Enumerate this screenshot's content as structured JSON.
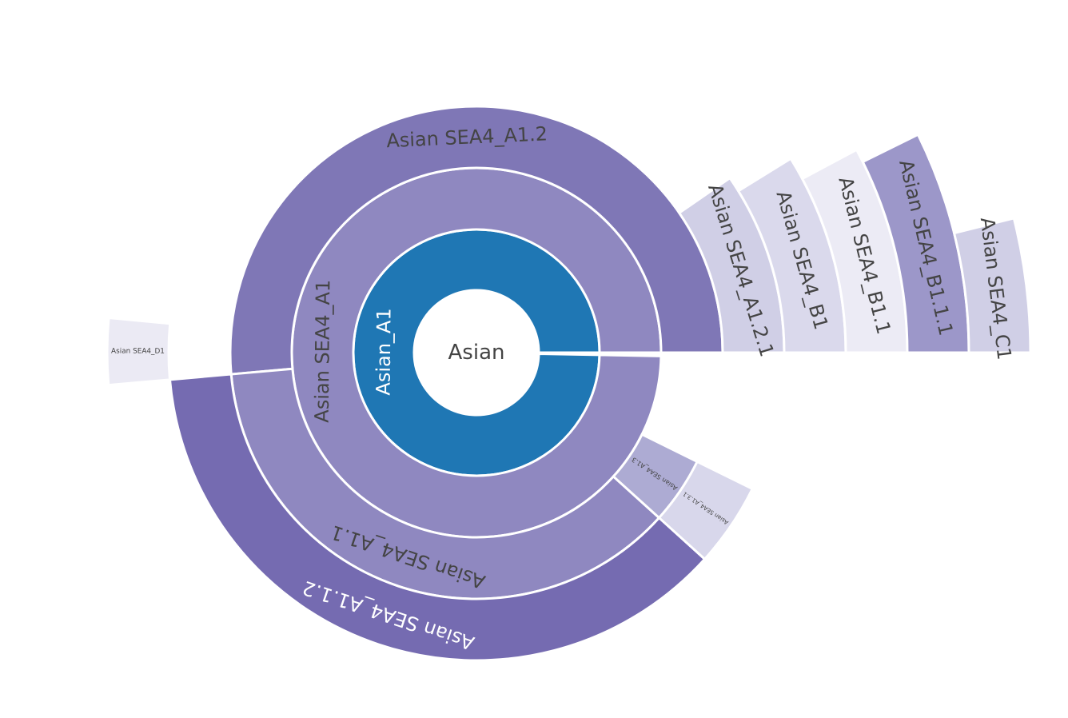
{
  "chart_data": {
    "type": "sunburst",
    "title": "",
    "root": {
      "label": "Asian",
      "color": "#ffffff",
      "text_color": "#444444",
      "children": [
        {
          "label": "Asian_A1",
          "color": "#1f77b4",
          "text_color": "#ffffff",
          "start": 0.0,
          "end": 0.997,
          "children": [
            {
              "label": "Asian SEA4_A1",
              "color": "#8f88c0",
              "text_color": "#444444",
              "start": 0.0,
              "end": 0.997,
              "children": [
                {
                  "label": "Asian SEA4_A1.2",
                  "color": "#7f77b6",
                  "text_color": "#444444",
                  "start": 0.0,
                  "end": 0.514,
                  "children": [
                    {
                      "label": "Asian SEA4_A1.2.1",
                      "color": "#d0cfe6",
                      "text_color": "#444444",
                      "start": 0.0,
                      "end": 0.096,
                      "children": [
                        {
                          "label": "Asian SEA4_B1",
                          "color": "#dad9ec",
                          "text_color": "#444444",
                          "start": 0.0,
                          "end": 0.088,
                          "children": [
                            {
                              "label": "Asian SEA4_B1.1",
                              "color": "#ecebf5",
                              "text_color": "#444444",
                              "start": 0.0,
                              "end": 0.078,
                              "children": [
                                {
                                  "label": "Asian SEA4_B1.1.1",
                                  "color": "#9c97c9",
                                  "text_color": "#444444",
                                  "start": 0.0,
                                  "end": 0.073,
                                  "children": [
                                    {
                                      "label": "Asian SEA4_C1",
                                      "color": "#d0cfe6",
                                      "text_color": "#444444",
                                      "start": 0.0,
                                      "end": 0.039,
                                      "children": []
                                    }
                                  ]
                                }
                              ]
                            }
                          ]
                        }
                      ]
                    }
                  ]
                },
                {
                  "label": "Asian SEA4_A1.1",
                  "color": "#8f88c0",
                  "text_color": "#444444",
                  "start": 0.514,
                  "end": 0.883,
                  "children": [
                    {
                      "label": "Asian SEA4_A1.1.2",
                      "color": "#756bb1",
                      "text_color": "#ffffff",
                      "start": 0.514,
                      "end": 0.883,
                      "children": []
                    }
                  ]
                },
                {
                  "label": "Asian SEA4_A1.3",
                  "color": "#adabd3",
                  "text_color": "#444444",
                  "start": 0.883,
                  "end": 0.927,
                  "children": [
                    {
                      "label": "Asian SEA4_A1.3.1",
                      "color": "#d8d7eb",
                      "text_color": "#444444",
                      "start": 0.883,
                      "end": 0.927,
                      "children": []
                    }
                  ]
                }
              ]
            }
          ]
        }
      ]
    },
    "extra": [
      {
        "label": "Asian SEA4_D1",
        "color": "#ebeaf4",
        "text_color": "#444444",
        "depth": 6,
        "start": 0.485,
        "end": 0.514
      }
    ]
  }
}
